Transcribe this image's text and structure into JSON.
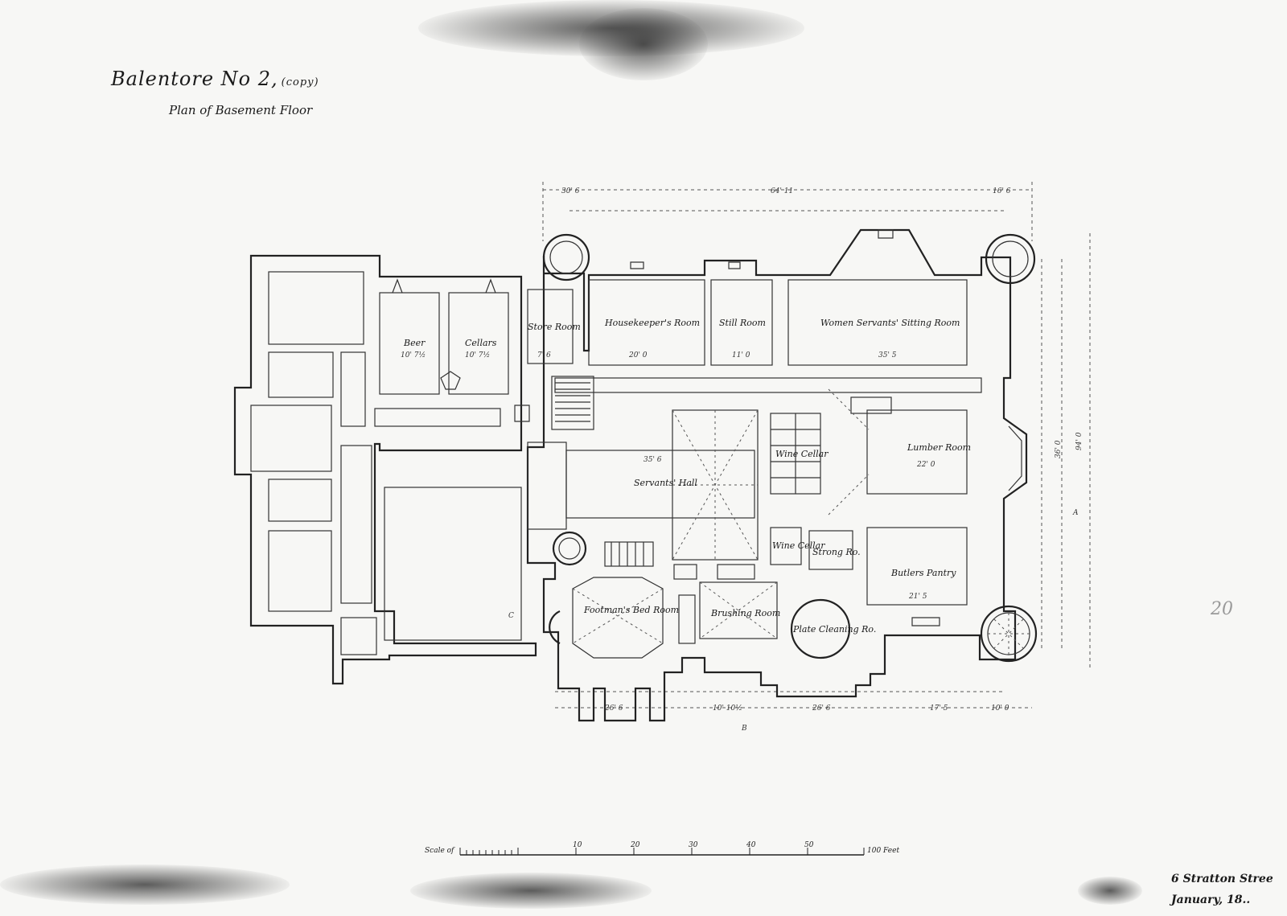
{
  "header": {
    "title": "Balentore No 2,",
    "title_suffix": "(copy)",
    "subtitle": "Plan of Basement Floor"
  },
  "rooms": {
    "beer": "Beer",
    "cellars": "Cellars",
    "store_room": "Store Room",
    "housekeepers_room": "Housekeeper's Room",
    "still_room": "Still Room",
    "women_servants_sitting_room": "Women Servants' Sitting Room",
    "lumber_room": "Lumber Room",
    "wine_cellar_upper": "Wine Cellar",
    "servants_hall": "Servants' Hall",
    "wine_cellar_lower": "Wine Cellar",
    "strong_room": "Strong Ro.",
    "butlers_pantry": "Butlers Pantry",
    "footmans_bed_room": "Footman's Bed Room",
    "brushing_room": "Brushing Room",
    "plate_cleaning_room": "Plate Cleaning Ro."
  },
  "dimensions": {
    "top_overall": "64' 11",
    "top_left": "30' 6",
    "top_right": "16' 6",
    "housekeeper_width": "20' 0",
    "still_width": "11' 0",
    "women_width": "35' 5",
    "beer_width": "10' 7½",
    "cellars_width": "10' 7½",
    "store_width": "7' 6",
    "servants_hall_width": "35' 6",
    "lumber_width": "22' 0",
    "butlers_width": "21' 5",
    "bottom_a": "26' 6",
    "bottom_b": "10' 10½",
    "bottom_c": "26' 6",
    "bottom_d": "17' 5",
    "bottom_e": "10' 0",
    "right_overall": "94' 0",
    "right_a": "36' 0",
    "section_a": "A",
    "section_b": "B",
    "section_c": "C"
  },
  "scale": {
    "label": "Scale of",
    "ticks": [
      "10",
      "20",
      "30",
      "40",
      "50"
    ],
    "end_label": "100 Feet"
  },
  "footer": {
    "address": "6 Stratton Stree",
    "date": "January, 18..",
    "pencil_note": "20"
  }
}
